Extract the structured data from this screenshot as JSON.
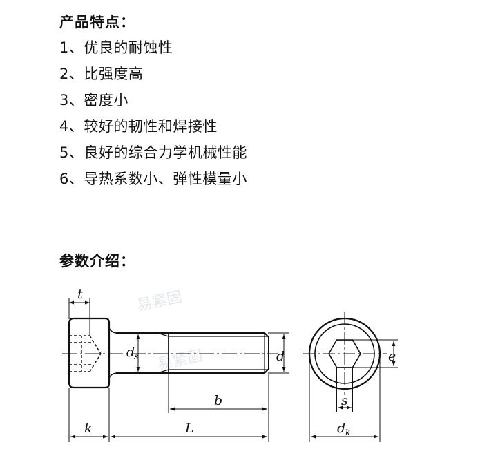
{
  "features_heading": "产品特点：",
  "features": [
    "1、优良的耐蚀性",
    "2、比强度高",
    "3、密度小",
    "4、较好的韧性和焊接性",
    "5、良好的综合力学机械性能",
    "6、导热系数小、弹性模量小"
  ],
  "params_heading": "参数介绍：",
  "drawing": {
    "labels": {
      "t": "t",
      "ds": "d",
      "ds_sub": "s",
      "d": "d",
      "e": "e",
      "b": "b",
      "k": "k",
      "L": "L",
      "s": "s",
      "dk": "d",
      "dk_sub": "k"
    },
    "watermark": "易紧固"
  }
}
